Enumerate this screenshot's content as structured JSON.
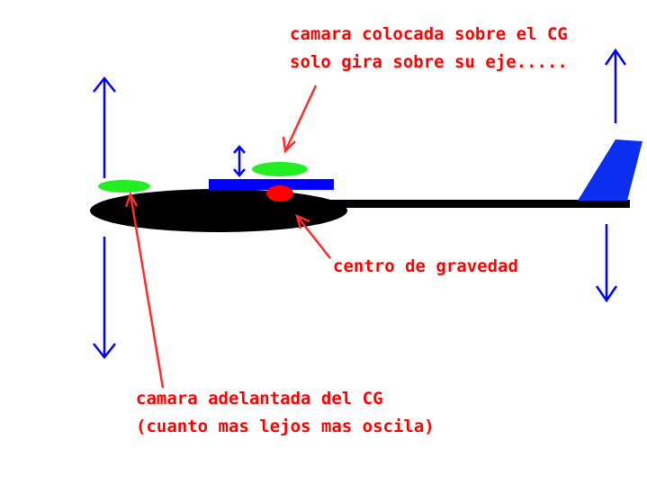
{
  "colors": {
    "background": "#ffffff",
    "fuselage": "#000000",
    "arrow_blue": "#0000ff",
    "wing_blue": "#0000ff",
    "tail_blue": "#0a2ff0",
    "camera_green": "#22ee22",
    "cg_red": "#ff0000",
    "pointer_red": "#ff2a2a",
    "text_red": "#ff0000"
  },
  "annotations": {
    "top_camera": {
      "line1": "camara colocada sobre el CG",
      "line2": "solo gira sobre su eje....."
    },
    "center_of_gravity": {
      "text": "centro de gravedad"
    },
    "front_camera": {
      "line1": "camara adelantada del CG",
      "line2": "(cuanto mas lejos mas oscila)"
    }
  }
}
